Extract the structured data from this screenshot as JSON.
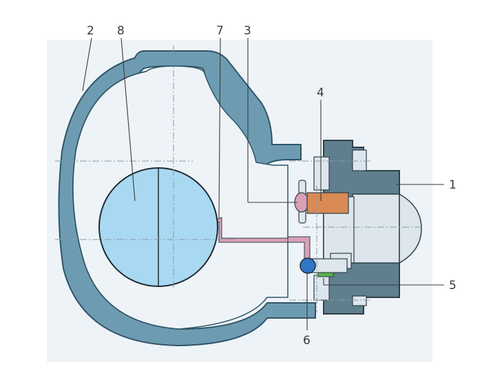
{
  "colors": {
    "background": "#ffffff",
    "drawing_area": "#eef3f8",
    "body_casting": "#6d9cb2",
    "body_outline": "#2f5566",
    "cover_dark": "#5f7f8e",
    "cover_light": "#dce6ec",
    "float_ball": "#a9d8f2",
    "float_outline": "#1f2a30",
    "orange_part": "#d98a55",
    "pink_part": "#d9a0b5",
    "green_part": "#5cb04a",
    "blue_ball": "#2f78c8",
    "centerline": "#8a9aa6",
    "leader_line": "#3a3a3a"
  },
  "callouts": [
    {
      "id": "c1",
      "label": "1"
    },
    {
      "id": "c2",
      "label": "2"
    },
    {
      "id": "c3",
      "label": "3"
    },
    {
      "id": "c4",
      "label": "4"
    },
    {
      "id": "c5",
      "label": "5"
    },
    {
      "id": "c6",
      "label": "6"
    },
    {
      "id": "c7",
      "label": "7"
    },
    {
      "id": "c8",
      "label": "8"
    }
  ]
}
